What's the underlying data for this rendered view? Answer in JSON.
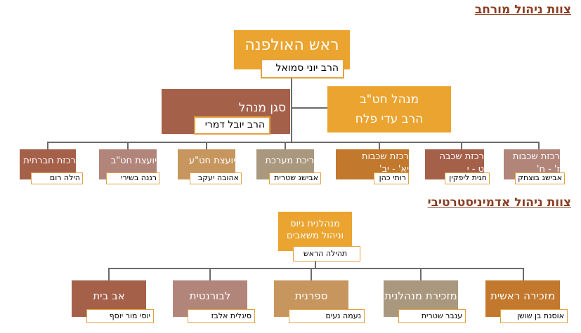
{
  "sections": {
    "management": {
      "title": "צוות ניהול מורחב",
      "head": {
        "role": "ראש האולפנה",
        "name": "הרב יוני סמואל"
      },
      "deputy": {
        "role": "סגן מנהל",
        "name": "הרב יובל דמרי"
      },
      "high_school_principal": {
        "role": "מנהל חט\"ב",
        "name": "הרב עדי פלח"
      },
      "staff": [
        {
          "role": "רכזת חברתית",
          "name": "הילה רום"
        },
        {
          "role": "יועצת חט\"ב",
          "name": "רננה בשירי"
        },
        {
          "role": "יועצת חט\"ע",
          "name": "אהובה יעקב"
        },
        {
          "role": "ריכת מערכת",
          "name": "אבישג שטרית"
        },
        {
          "role": "רכזת שכבות",
          "role2": "יא' - יב'",
          "name": "רותי כהן"
        },
        {
          "role": "רכזת שכבה",
          "role2": "ט - י",
          "name": "חגית ליפקין"
        },
        {
          "role": "רכזת שכבות",
          "role2": "ז' - ח'",
          "name": "אבישג בוצחק"
        }
      ]
    },
    "admin": {
      "title": "צוות ניהול אדמיניסטרטיבי",
      "head": {
        "role": "מנהלנית גיוס",
        "role2": "וניהול משאבים",
        "name": "תהילה הראש"
      },
      "staff": [
        {
          "role": "אב בית",
          "name": "יוסי מור יוסף"
        },
        {
          "role": "לבורנטית",
          "name": "סיגלית אלבז"
        },
        {
          "role": "ספרנית",
          "name": "נעמה נעים"
        },
        {
          "role": "מזכירת מנהלנית",
          "name": "ענבר שטרית"
        },
        {
          "role": "מזכירה ראשית",
          "name": "אוסנת בן שושן"
        }
      ]
    }
  },
  "colors": {
    "orange": "#eaa42f",
    "brick": "#a5604a",
    "rose": "#b2857b",
    "tan": "#c7965f",
    "olive": "#a9977e",
    "rust": "#c2782d",
    "heading": "#8a3e22",
    "name_border": "#e3a23e"
  }
}
